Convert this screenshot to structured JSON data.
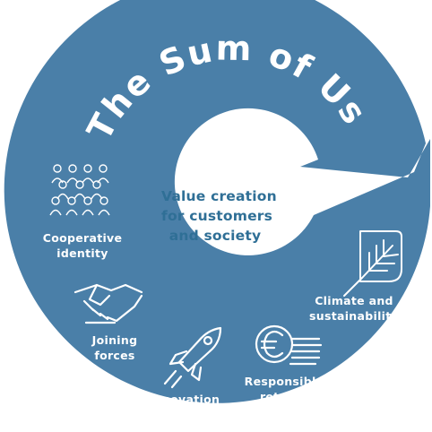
{
  "title": "The Sum of Us",
  "center": {
    "line1": "Value creation",
    "line2": "for customers",
    "line3": "and society"
  },
  "segments": [
    {
      "line1": "Cooperative",
      "line2": "identity",
      "icon": "people-group-icon"
    },
    {
      "line1": "Joining",
      "line2": "forces",
      "icon": "handshake-icon"
    },
    {
      "line1": "Innovation",
      "line2": "",
      "icon": "rocket-icon"
    },
    {
      "line1": "Responsible",
      "line2": "returns",
      "icon": "euro-coins-icon"
    },
    {
      "line1": "Climate and",
      "line2": "sustainability",
      "icon": "leaf-icon"
    }
  ],
  "colors": {
    "ring": "#4a7fa8",
    "center_text": "#2f6f96",
    "background": "#ffffff",
    "icon_line": "#ffffff"
  }
}
